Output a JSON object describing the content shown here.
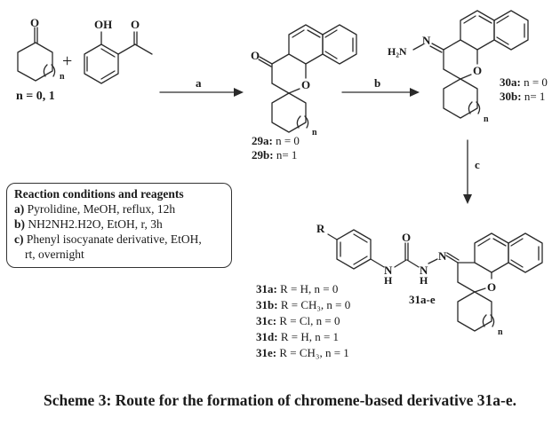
{
  "structures": {
    "reactant_ketone": {
      "carbonyl_o": "O",
      "ring_index": "n",
      "n_label": "n = 0, 1"
    },
    "plus_sign": "+",
    "reactant_acetophenone": {
      "hydroxyl": "OH",
      "carbonyl_o": "O"
    },
    "compound_29": {
      "carbonyl_o": "O",
      "ring_o": "O",
      "ring_index": "n",
      "labels": [
        {
          "id": "29a:",
          "text": " n = 0"
        },
        {
          "id": "29b:",
          "text": " n= 1"
        }
      ]
    },
    "compound_30": {
      "nh2": "H₂N",
      "n_imine": "N",
      "ring_o": "O",
      "ring_index": "n",
      "labels": [
        {
          "id": "30a:",
          "text": " n = 0"
        },
        {
          "id": "30b:",
          "text": " n= 1"
        }
      ]
    },
    "compound_31": {
      "r_group": "R",
      "urea_o": "O",
      "nh1_n": "N",
      "nh1_h": "H",
      "nh2_n": "N",
      "nh2_h": "H",
      "n_imine": "N",
      "ring_o": "O",
      "ring_index": "n",
      "series_label": "31a-e",
      "labels": [
        {
          "id": "31a:",
          "text": " R = H, n = 0"
        },
        {
          "id": "31b:",
          "text": " R = CH₃, n = 0"
        },
        {
          "id": "31c:",
          "text": " R = Cl, n = 0"
        },
        {
          "id": "31d:",
          "text": " R = H, n = 1"
        },
        {
          "id": "31e:",
          "text": " R = CH₃, n = 1"
        }
      ]
    }
  },
  "arrows": {
    "a": "a",
    "b": "b",
    "c": "c"
  },
  "conditions": {
    "title": "Reaction conditions and reagents",
    "items": [
      {
        "key": "a)",
        "text": " Pyrolidine, MeOH, reflux, 12h"
      },
      {
        "key": "b)",
        "text": " NH2NH2.H2O, EtOH, r, 3h"
      },
      {
        "key": "c)",
        "text": " Phenyl isocyanate derivative, EtOH,"
      },
      {
        "key": "",
        "text": "rt, overnight"
      }
    ]
  },
  "caption": "Scheme 3: Route for the formation of chromene-based derivative 31a-e.",
  "colors": {
    "ink": "#1a1a1a",
    "background": "#ffffff"
  }
}
